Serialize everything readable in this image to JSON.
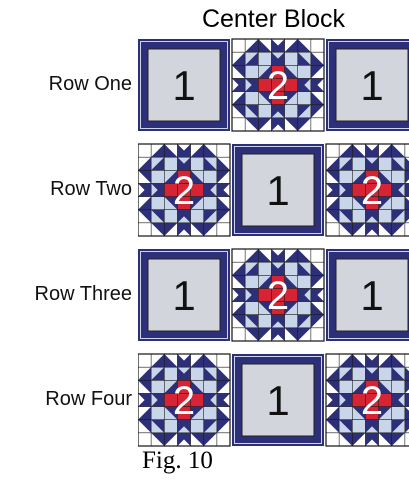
{
  "header": {
    "title": "Center Block"
  },
  "rows": [
    {
      "label": "Row One",
      "blocks": [
        "1",
        "2",
        "1"
      ]
    },
    {
      "label": "Row Two",
      "blocks": [
        "2",
        "1",
        "2"
      ]
    },
    {
      "label": "Row Three",
      "blocks": [
        "1",
        "2",
        "1"
      ]
    },
    {
      "label": "Row Four",
      "blocks": [
        "2",
        "1",
        "2"
      ]
    }
  ],
  "caption": "Fig. 10",
  "colors": {
    "navy": "#2d2f78",
    "light_gray": "#d2d5dc",
    "light_blue": "#c9d6ea",
    "red": "#d62434",
    "white": "#ffffff"
  }
}
